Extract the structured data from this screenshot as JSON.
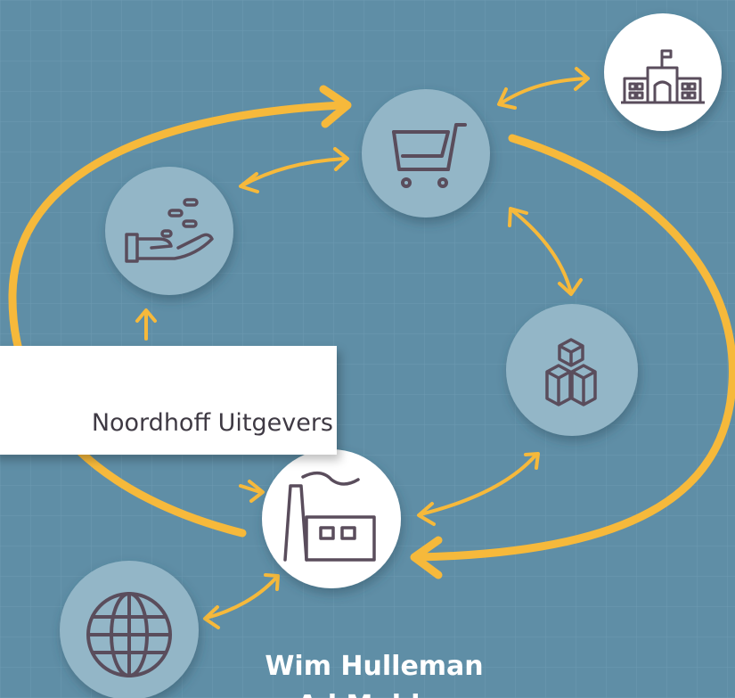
{
  "colors": {
    "background": "#5f8ea6",
    "grid": "#6c9ab1",
    "arrow": "#f6b93b",
    "node_fill": "#93b6c7",
    "node_white": "#ffffff",
    "icon_stroke": "#5a4d5c"
  },
  "publisher": "Noordhoff Uitgevers",
  "authors": [
    "Wim Hulleman",
    "Ad Mulder"
  ],
  "nodes": [
    {
      "id": "shop",
      "icon": "shopping-cart-icon"
    },
    {
      "id": "government",
      "icon": "government-building-icon"
    },
    {
      "id": "money",
      "icon": "hand-with-coins-icon"
    },
    {
      "id": "goods",
      "icon": "stacked-boxes-icon"
    },
    {
      "id": "factory",
      "icon": "factory-icon"
    },
    {
      "id": "world",
      "icon": "globe-icon"
    }
  ]
}
